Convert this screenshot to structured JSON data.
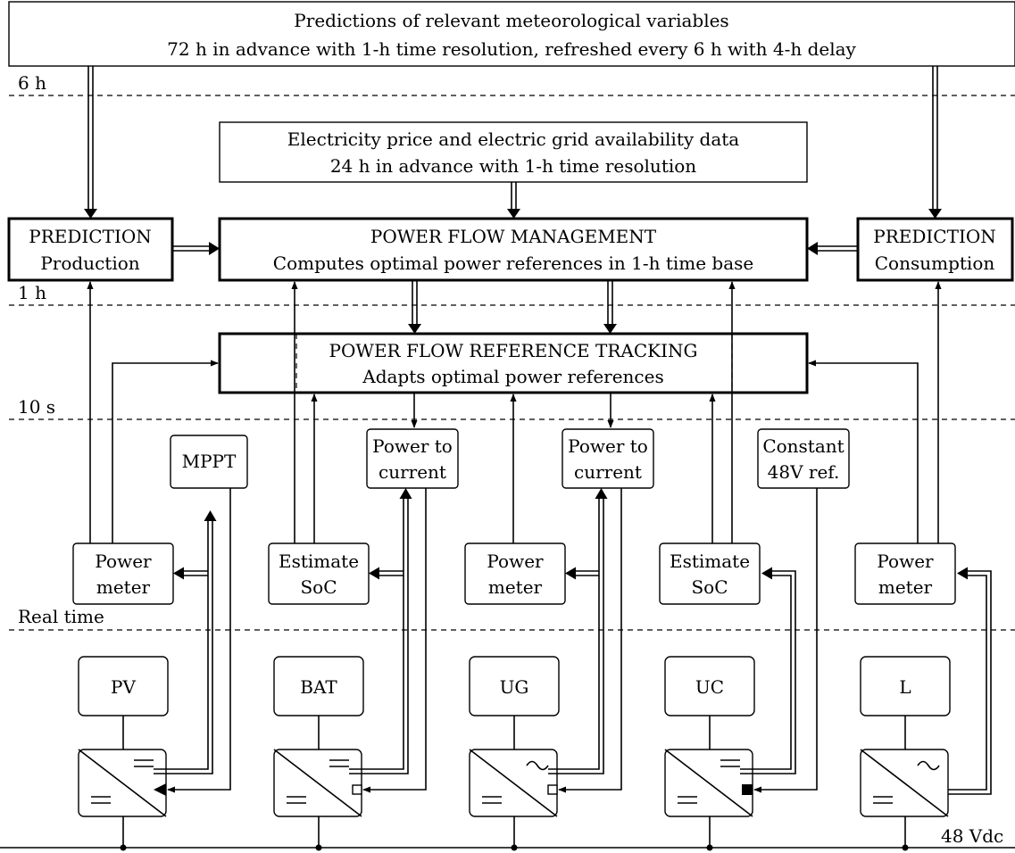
{
  "meteo": {
    "line1": "Predictions of relevant meteorological variables",
    "line2": "72 h in advance with 1-h time resolution, refreshed every 6 h with 4-h delay"
  },
  "price": {
    "line1": "Electricity price and electric grid availability data",
    "line2": "24 h in advance with 1-h time resolution"
  },
  "pred_prod": {
    "line1": "PREDICTION",
    "line2": "Production"
  },
  "pred_cons": {
    "line1": "PREDICTION",
    "line2": "Consumption"
  },
  "pfm": {
    "line1": "POWER FLOW MANAGEMENT",
    "line2": "Computes optimal power references in 1-h time base"
  },
  "pfrt": {
    "line1": "POWER FLOW REFERENCE TRACKING",
    "line2": "Adapts optimal power references"
  },
  "levels": {
    "h6": "6 h",
    "h1": "1 h",
    "s10": "10 s",
    "rt": "Real time"
  },
  "mppt": "MPPT",
  "ptc1": {
    "line1": "Power to",
    "line2": "current"
  },
  "ptc2": {
    "line1": "Power to",
    "line2": "current"
  },
  "const48": {
    "line1": "Constant",
    "line2": "48V ref."
  },
  "pm1": {
    "line1": "Power",
    "line2": "meter"
  },
  "pm2": {
    "line1": "Power",
    "line2": "meter"
  },
  "pm3": {
    "line1": "Power",
    "line2": "meter"
  },
  "soc1": {
    "line1": "Estimate",
    "line2": "SoC"
  },
  "soc2": {
    "line1": "Estimate",
    "line2": "SoC"
  },
  "sources": [
    "PV",
    "BAT",
    "UG",
    "UC",
    "L"
  ],
  "bus_label": "48 Vdc"
}
